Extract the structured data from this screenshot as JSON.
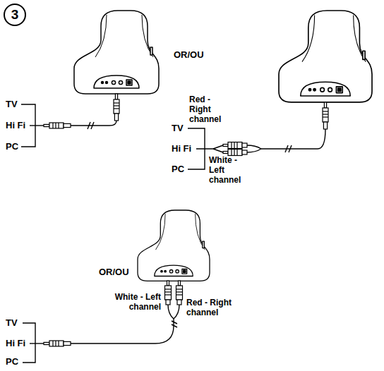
{
  "diagram": {
    "nodes": [
      {
        "text": [
          "3"
        ]
      }
    ],
    "labels": [
      "TV",
      "Hi Fi",
      "PC",
      "OR/OU",
      "Red - Right channel",
      "White - Left channel",
      "TV",
      "Hi Fi",
      "PC",
      "OR/OU",
      "White - Left channel",
      "Red - Right channel",
      "TV",
      "Hi Fi",
      "PC"
    ]
  }
}
